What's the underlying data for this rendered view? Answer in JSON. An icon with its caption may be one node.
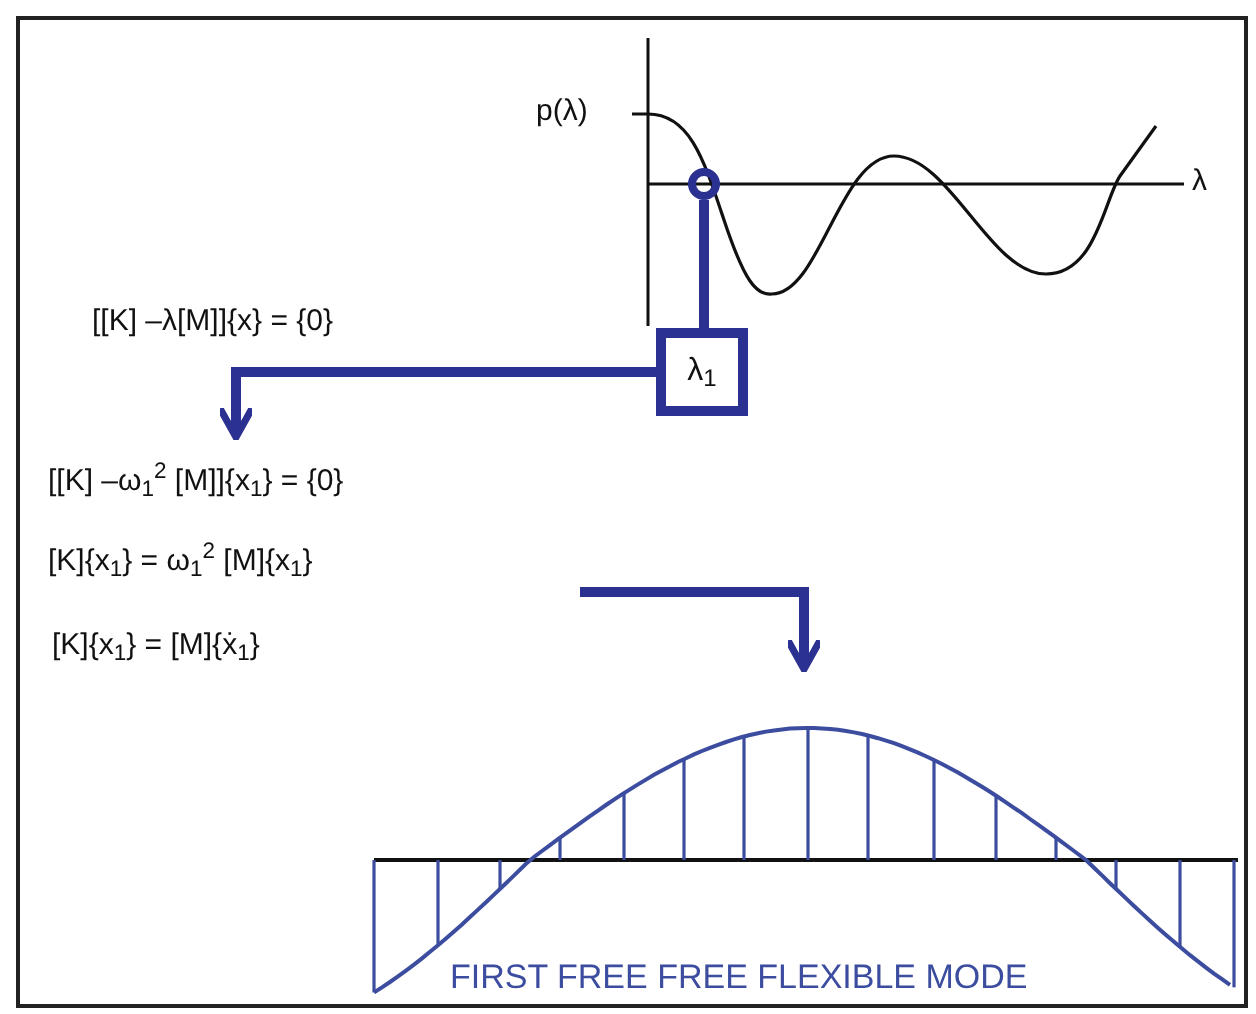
{
  "diagram": {
    "nodes": [
      {
        "text": [],
        "shape": "circle"
      },
      {
        "text": [
          "λ$_{1}$"
        ]
      },
      {
        "text": [
          "[[K] –ω$_{1}$$^{2}$ [M]]{x$_{1}$} = {0}"
        ]
      },
      {
        "text": [
          "FIRST FREE FREE FLEXIBLE MODE"
        ]
      }
    ],
    "edges": [
      {
        "from": 0,
        "to": 1,
        "arrow": "none"
      },
      {
        "from": 1,
        "to": 2,
        "arrow": "to"
      },
      {
        "from": null,
        "to": 3,
        "arrow": "to"
      }
    ],
    "labels": [
      "p(λ)",
      "λ",
      "[[K] –λ[M]]{x} = {0}",
      "[K]{x$_{1}$} = ω$_{1}$$^{2}$ [M]{x$_{1}$}",
      "[K]{x$_{1}$} = [M]{ẋ$_{1}$}"
    ]
  }
}
